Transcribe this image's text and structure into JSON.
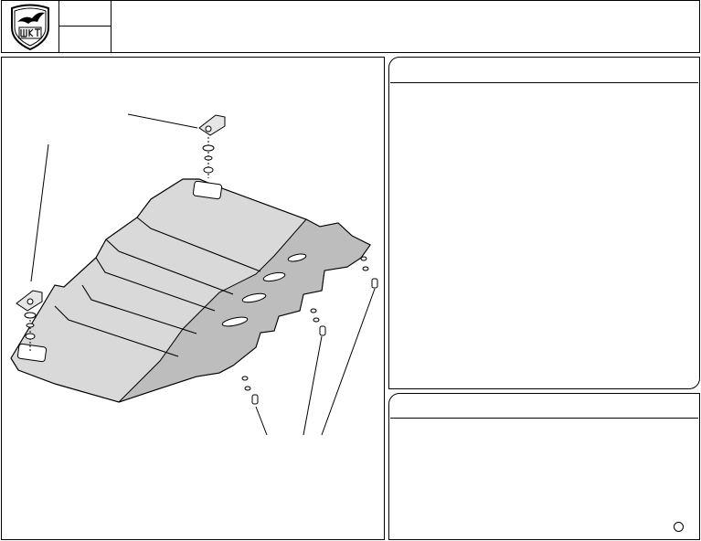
{
  "header": {
    "logo": {
      "icon": "shield-logo-icon",
      "emblem_text": "ШКТ"
    },
    "code_top": "",
    "code_bottom": "",
    "title": ""
  },
  "diagram": {
    "subject": "skid-plate-assembly",
    "fasteners": {
      "brackets": 2,
      "bolts": 3
    }
  },
  "parts_panel": {
    "title": ""
  },
  "notes_panel": {
    "title": ""
  },
  "colors": {
    "plate_fill": "#d9d9d9",
    "rib_fill": "#ebebeb",
    "line": "#000000",
    "background": "#ffffff"
  }
}
